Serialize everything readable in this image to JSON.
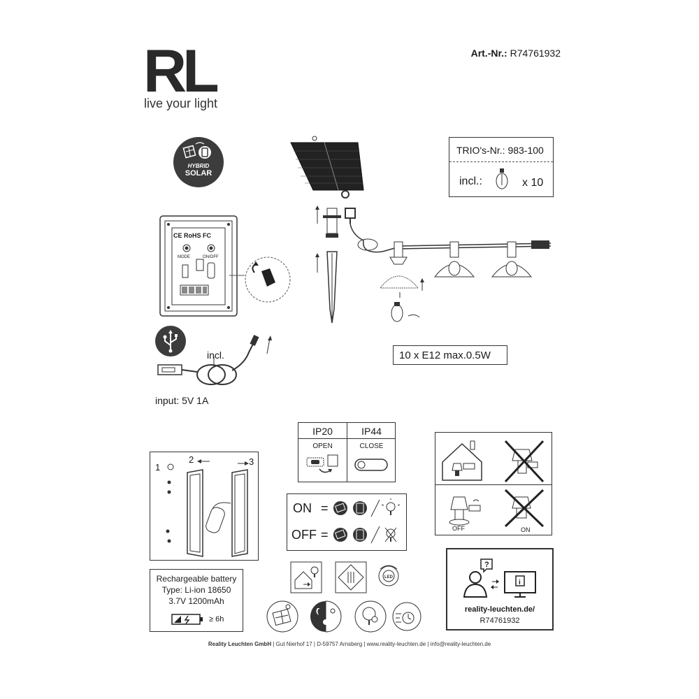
{
  "brand": {
    "logo": "RL",
    "tagline": "live your light"
  },
  "article": {
    "label": "Art.-Nr.:",
    "value": "R74761932"
  },
  "badge": {
    "line1": "HYBRID",
    "line2": "SOLAR"
  },
  "trio": {
    "label": "TRIO's-Nr.:",
    "value": "983-100",
    "incl_label": "incl.:",
    "count": "x 10"
  },
  "control_panel": {
    "cert": "CE RoHS FC",
    "mode": "MODE",
    "onoff": "ON/OFF"
  },
  "cable": {
    "incl": "incl.",
    "input": "input: 5V 1A"
  },
  "bulbs": {
    "spec": "10 x E12 max.0.5W"
  },
  "assembly_steps": [
    "1",
    "2",
    "3"
  ],
  "ip": {
    "ip20": "IP20",
    "ip44": "IP44",
    "open": "OPEN",
    "close": "CLOSE"
  },
  "modes": {
    "on": "ON",
    "off": "OFF",
    "eq": "="
  },
  "usage": {
    "off": "OFF",
    "on": "ON"
  },
  "battery": {
    "title": "Rechargeable battery",
    "type": "Type: Li-ion 18650",
    "spec": "3.7V 1200mAh",
    "charge": "≥ 6h"
  },
  "website": {
    "url": "reality-leuchten.de/",
    "code": "R74761932"
  },
  "footer": {
    "company": "Reality Leuchten GmbH",
    "address": "Gut Nierhof 17",
    "city": "D-59757 Arnsberg",
    "web": "www.reality-leuchten.de",
    "email": "info@reality-leuchten.de",
    "sep": "|"
  },
  "colors": {
    "ink": "#1a1a1a",
    "badge": "#3c3c3c",
    "line": "#333333"
  }
}
